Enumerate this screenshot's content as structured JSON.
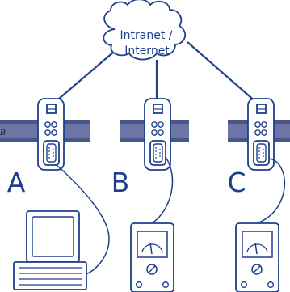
{
  "cloud": {
    "line1": "Intranet /",
    "line2": "Internet"
  },
  "edge_text": "B",
  "nodes": [
    {
      "label": "A",
      "peripheral": "computer"
    },
    {
      "label": "B",
      "peripheral": "meter"
    },
    {
      "label": "C",
      "peripheral": "meter"
    }
  ],
  "colors": {
    "rail": "#6b76a6",
    "rail_edge": "#4a5588",
    "line": "#1e3f8c",
    "label": "#1e3f8c",
    "fill": "#ffffff"
  }
}
